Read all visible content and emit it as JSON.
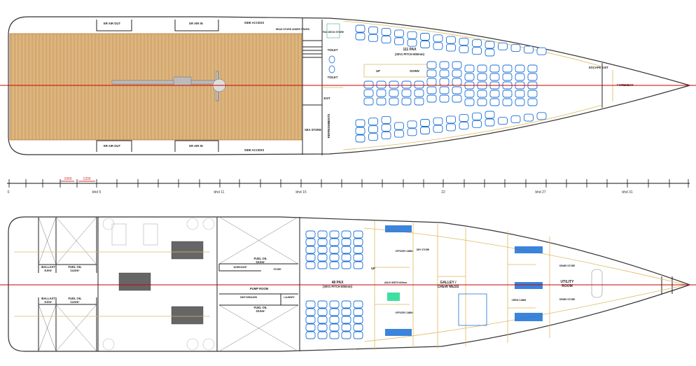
{
  "upper_deck": {
    "er_air_out": "ER AIR OUT",
    "er_air_in": "ER AIR IN",
    "side_access": "SIDE ACCESS",
    "head_store": "HEAD STORE UNDER STAIRS",
    "pax_deck_store": "PAX DECK STORE",
    "toilet": "TOILET",
    "exit": "EXIT",
    "refreshments": "REFRESHMENTS",
    "sea_store": "SEA STORE",
    "pax_count": "111 PAX",
    "pax_pitch": "(30V1 PITCH 800mm)",
    "stair_up": "UP",
    "stair_down": "DOWN",
    "escape_exit": "ESCAPE EXIT",
    "foredeck": "FOREDECK"
  },
  "scale_bar": {
    "labels": [
      "0",
      "bhd 5",
      "bhd 11",
      "bhd 15",
      "22",
      "bhd 27",
      "bhd 31"
    ],
    "spacing_1": "1000",
    "spacing_2": "1200"
  },
  "lower_deck": {
    "ballast": "BALLAST",
    "ballast_volume": "6.0m³",
    "fuel_oil": "FUEL OIL",
    "fuel_oil_aft_volume": "14.5m³",
    "fuel_oil_mid_volume": "33.5m³",
    "workshop": "WORKSHOP",
    "store": "STORE",
    "pump_room": "PUMP ROOM",
    "switchboard": "SWITCHBOARD",
    "laundry": "LAUNDRY",
    "pax_count": "48 PAX",
    "pax_pitch": "(30V1 PITCH 800mm)",
    "stair_up": "UP",
    "aisle": "AISLE WIDTH 800mm",
    "officer_cabin": "OFFICER CABIN",
    "dry_store": "DRY STORE",
    "galley_1": "GALLEY /",
    "galley_2": "CREW MESS",
    "crew_cabin": "CREW CABIN",
    "utility_1": "UTILITY",
    "utility_2": "ROOM",
    "spare_store": "SPARE STORE"
  },
  "colors": {
    "seat": "#1a6fd6",
    "centerline": "#cc0000",
    "deck": "#b5782a",
    "fitout": "#e0b860"
  }
}
